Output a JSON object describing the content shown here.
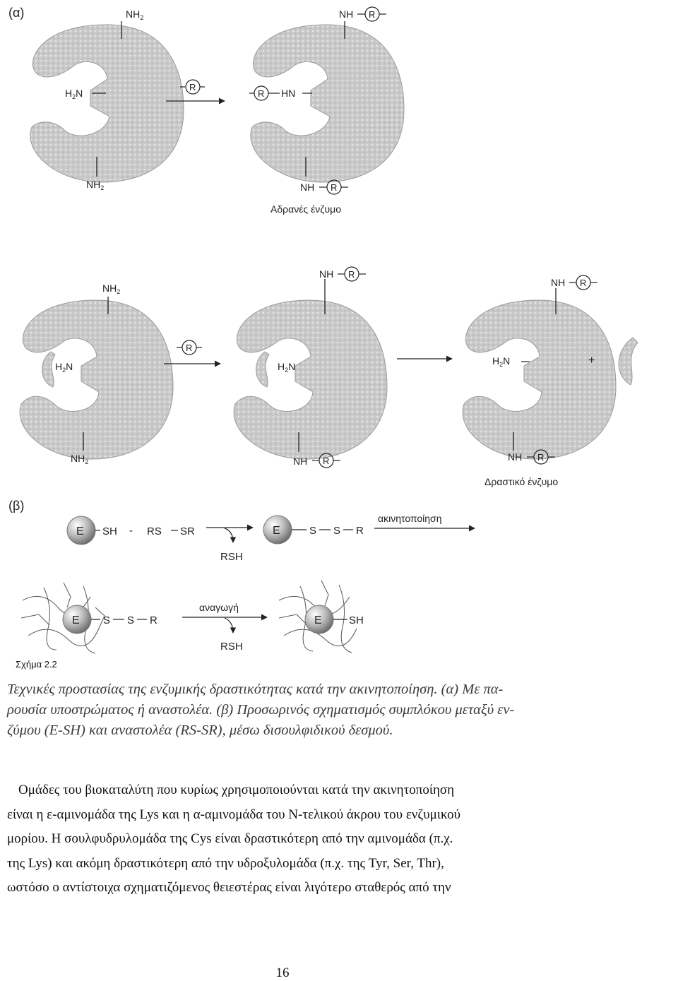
{
  "figure": {
    "panel_a": "(α)",
    "panel_b": "(β)",
    "nh2": "NH",
    "h2n": "H",
    "nh_r": "NH",
    "r_hn": "HN",
    "r": "R",
    "sub2": "2",
    "inactive_label": "Αδρανές ένζυμο",
    "active_label": "Δραστικό ένζυμο",
    "plus": "+",
    "e": "E",
    "sh": "SH",
    "dash": "-",
    "rs": "RS",
    "sr": "SR",
    "s": "S",
    "rsh": "RSH",
    "immobilization": "ακινητοποίηση",
    "reduction": "αναγωγή",
    "fig_number": "Σχήμα 2.2"
  },
  "caption_lines": [
    "Τεχνικές προστασίας της ενζυμικής δραστικότητας κατά την ακινητοποίηση. (α) Με πα-",
    "ρουσία υποστρώματος ή αναστολέα. (β) Προσωρινός σχηματισμός συμπλόκου μεταξύ εν-",
    "ζύμου (E-SH) και αναστολέα (RS-SR), μέσω δισουλφιδικού δεσμού."
  ],
  "body_lines": [
    "Ομάδες του βιοκαταλύτη που κυρίως χρησιμοποιούνται κατά την ακινητοποίηση",
    "είναι η ε-αμινομάδα της Lys και η α-αμινομάδα του N-τελικού άκρου του ενζυμικού",
    "μορίου. Η σουλφυδρυλομάδα της Cys είναι δραστικότερη από την αμινομάδα (π.χ.",
    "της Lys) και ακόμη δραστικότερη από την υδροξυλομάδα (π.χ. της Tyr, Ser, Thr),",
    "ωστόσο ο αντίστοιχα σχηματιζόμενος θειεστέρας είναι λιγότερο σταθερός από την"
  ],
  "page_number": "16",
  "colors": {
    "enzyme_fill": "#c8c8c8",
    "ink": "#222222"
  }
}
